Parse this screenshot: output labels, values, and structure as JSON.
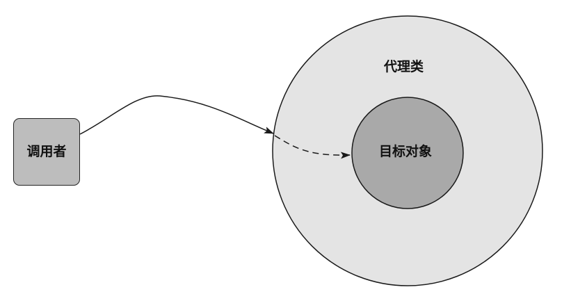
{
  "diagram": {
    "caller": {
      "label": "调用者"
    },
    "proxy": {
      "label": "代理类"
    },
    "target": {
      "label": "目标对象"
    }
  },
  "colors": {
    "caller_fill": "#bdbdbd",
    "proxy_fill": "#e4e4e4",
    "target_fill": "#a9a9a9",
    "stroke": "#1a1a1a"
  }
}
